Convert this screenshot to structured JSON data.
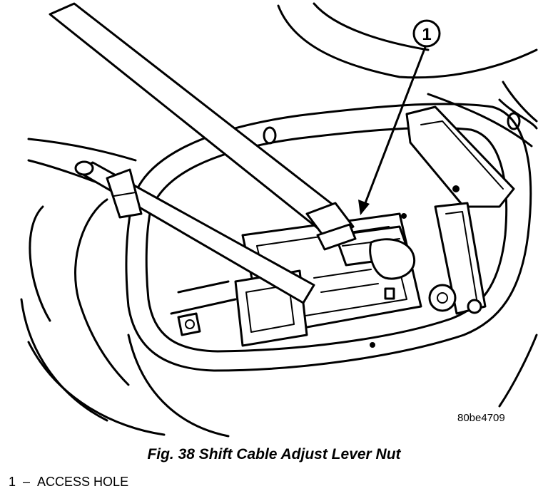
{
  "callout": {
    "number": "1"
  },
  "figure": {
    "reference_code": "80be4709",
    "title": "Fig. 38 Shift Cable Adjust Lever Nut"
  },
  "legend": {
    "items": [
      {
        "number": "1",
        "separator": "–",
        "label": "ACCESS HOLE"
      }
    ]
  }
}
